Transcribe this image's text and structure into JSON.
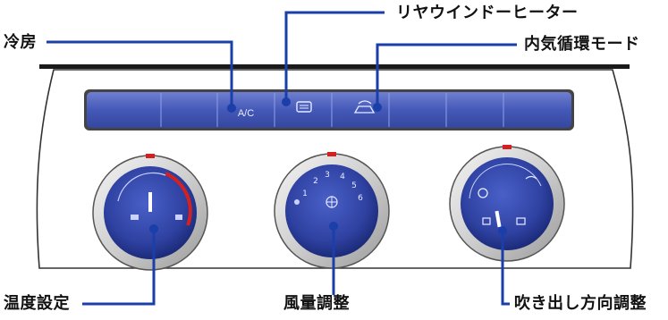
{
  "labels": {
    "cooling": "冷房",
    "rear_heater": "リヤウインドーヒーター",
    "recirculation": "内気循環モード",
    "temperature": "温度設定",
    "fan_speed": "風量調整",
    "vent_direction": "吹き出し方向調整"
  },
  "buttons": {
    "ac": "A/C"
  },
  "fan_dial": {
    "speeds": [
      "1",
      "2",
      "3",
      "4",
      "5",
      "6"
    ]
  },
  "colors": {
    "panel_blue": "#3f52b0",
    "knob_blue": "#2d3f9e",
    "callout_blue": "#1a3fa8",
    "indicator_red": "#d42020"
  }
}
